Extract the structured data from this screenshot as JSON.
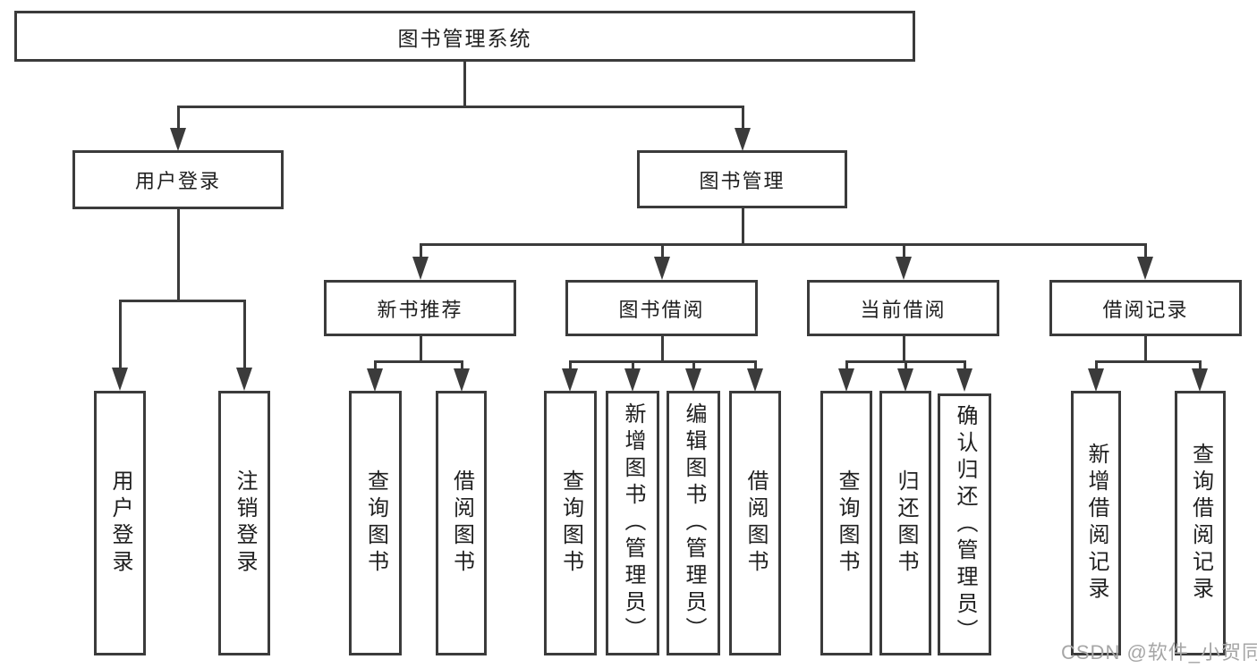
{
  "title": "图书管理系统",
  "tree": {
    "root": {
      "label": "图书管理系统"
    },
    "user_login": {
      "label": "用户登录",
      "children": [
        {
          "label": "用户登录"
        },
        {
          "label": "注销登录"
        }
      ]
    },
    "book_management": {
      "label": "图书管理",
      "sections": [
        {
          "label": "新书推荐",
          "children": [
            {
              "label": "查询图书"
            },
            {
              "label": "借阅图书"
            }
          ]
        },
        {
          "label": "图书借阅",
          "children": [
            {
              "label": "查询图书"
            },
            {
              "label": "新增图书（管理员）"
            },
            {
              "label": "编辑图书（管理员）"
            },
            {
              "label": "借阅图书"
            }
          ]
        },
        {
          "label": "当前借阅",
          "children": [
            {
              "label": "查询图书"
            },
            {
              "label": "归还图书"
            },
            {
              "label": "确认归还（管理员）"
            }
          ]
        },
        {
          "label": "借阅记录",
          "children": [
            {
              "label": "新增借阅记录"
            },
            {
              "label": "查询借阅记录"
            }
          ]
        }
      ]
    }
  },
  "watermark": "CSDN @软件_小贺同学",
  "colors": {
    "line": "#3b3b3b",
    "text": "#1f1f1f",
    "watermark": "#a6a6a6",
    "background": "#ffffff"
  }
}
